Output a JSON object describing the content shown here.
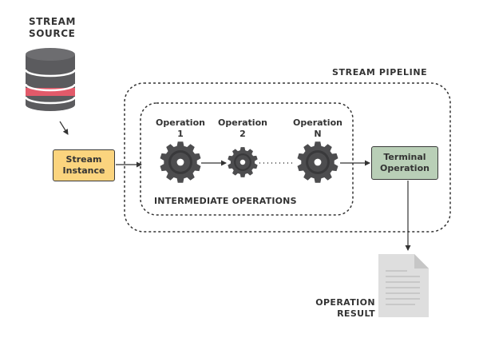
{
  "stream_source": {
    "label": "STREAM\nSOURCE"
  },
  "stream_pipeline": {
    "label": "STREAM PIPELINE"
  },
  "stream_instance": {
    "label": "Stream\nInstance"
  },
  "operations": [
    {
      "label": "Operation\n1"
    },
    {
      "label": "Operation\n2"
    },
    {
      "label": "Operation\nN"
    }
  ],
  "intermediate_operations": {
    "label": "INTERMEDIATE OPERATIONS"
  },
  "terminal_operation": {
    "label": "Terminal\nOperation"
  },
  "operation_result": {
    "label": "OPERATION\nRESULT"
  },
  "colors": {
    "instance_fill": "#fbd47e",
    "terminal_fill": "#b9cfb7",
    "gear": "#4d4d4f",
    "database_body": "#5b5b5e",
    "database_highlight": "#e25a6a",
    "document": "#dedede",
    "text": "#333333"
  }
}
